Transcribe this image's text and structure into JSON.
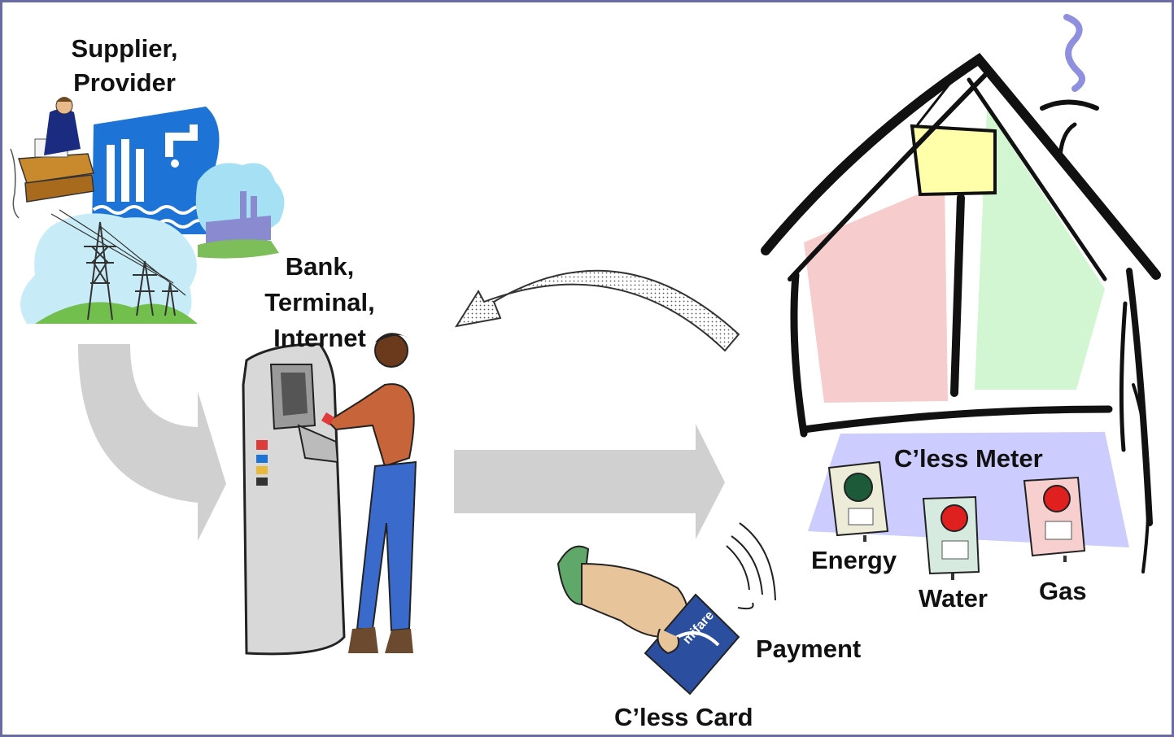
{
  "labels": {
    "supplier_line1": "Supplier,",
    "supplier_line2": "Provider",
    "bank_line1": "Bank,",
    "bank_line2": "Terminal,",
    "bank_line3": "Internet",
    "meter_title": "C’less Meter",
    "energy": "Energy",
    "water": "Water",
    "gas": "Gas",
    "payment": "Payment",
    "card": "C’less Card",
    "card_brand": "mifare"
  },
  "colors": {
    "frame": "#6b6ba3",
    "arrow_gray": "#d0d0d0",
    "meter_panel": "#ccccff",
    "house_red": "#f6cccc",
    "house_green": "#d2f6d2",
    "lamp_yellow": "#ffffaa",
    "water_blue": "#1e73d6"
  }
}
